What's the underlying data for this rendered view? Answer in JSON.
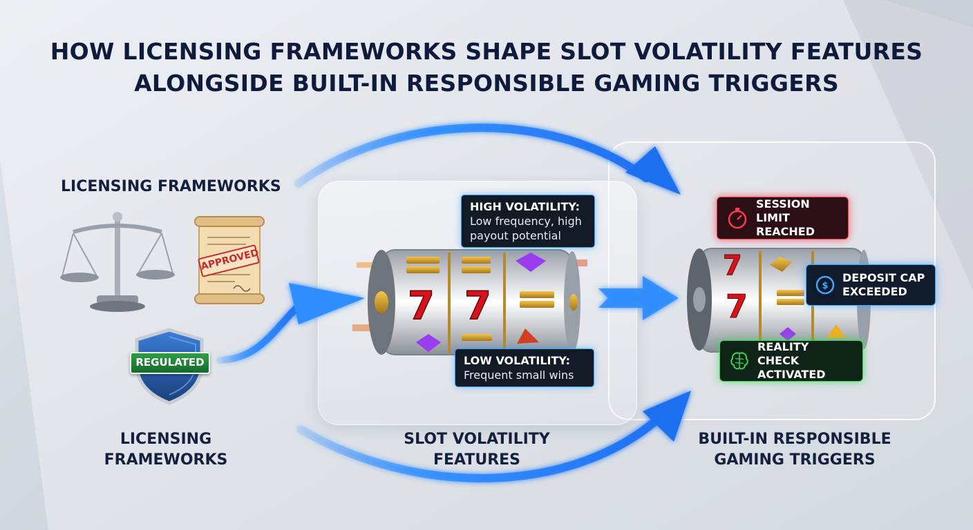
{
  "title": {
    "line1": "HOW LICENSING FRAMEWORKS SHAPE SLOT VOLATILITY FEATURES",
    "line2": "ALONGSIDE BUILT-IN RESPONSIBLE GAMING TRIGGERS"
  },
  "licensing": {
    "top_label": "LICENSING FRAMEWORKS",
    "stamp_label": "APPROVED",
    "badge_label": "REGULATED",
    "bottom_label_line1": "LICENSING",
    "bottom_label_line2": "FRAMEWORKS",
    "icons": [
      "scales-of-justice-icon",
      "approved-scroll-icon",
      "regulated-shield-icon"
    ]
  },
  "volatility": {
    "high": {
      "head": "HIGH VOLATILITY:",
      "line1": "Low frequency, high",
      "line2": "payout potential"
    },
    "low": {
      "head": "LOW VOLATILITY:",
      "line1": "Frequent small wins"
    },
    "bottom_label_line1": "SLOT VOLATILITY",
    "bottom_label_line2": "FEATURES"
  },
  "triggers": {
    "session": {
      "line1": "SESSION LIMIT",
      "line2": "REACHED",
      "icon": "stopwatch-icon",
      "color": "#ff3b4a"
    },
    "deposit": {
      "line1": "DEPOSIT CAP",
      "line2": "EXCEEDED",
      "icon": "money-gauge-icon",
      "color": "#41a8ff"
    },
    "reality": {
      "line1": "REALITY CHECK",
      "line2": "ACTIVATED",
      "icon": "brain-icon",
      "color": "#3ad15b"
    },
    "bottom_label_line1": "BUILT-IN RESPONSIBLE",
    "bottom_label_line2": "GAMING TRIGGERS"
  },
  "reel_symbols": [
    "7",
    "bar",
    "diamond"
  ],
  "colors": {
    "arrow": "#2f8dff",
    "title": "#0f1b3d",
    "reel_seven": "#d8111b"
  }
}
